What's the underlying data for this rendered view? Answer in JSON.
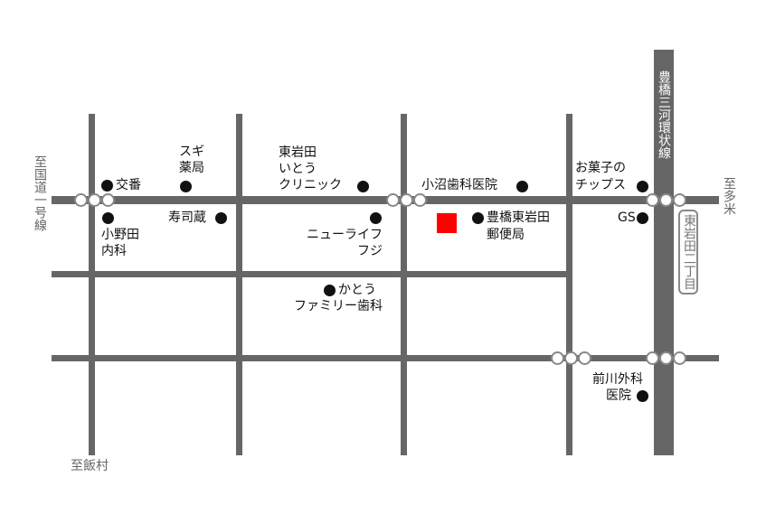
{
  "destinations": {
    "left": "至国道一号線",
    "right": "至多米",
    "bottom": "至飯村"
  },
  "main_road": {
    "name": "豊橋三河環状線"
  },
  "area_badge": "東岩田二丁目",
  "target": {
    "color": "#ff0000"
  },
  "road_color": "#666666",
  "places": {
    "koban": "交番",
    "sugi_line1": "スギ",
    "sugi_line2": "薬局",
    "higashiiwata_line1": "東岩田",
    "higashiiwata_line2": "いとう",
    "higashiiwata_line3": "クリニック",
    "onuma": "小沼歯科医院",
    "okashi_line1": "お菓子の",
    "okashi_line2": "チップス",
    "onoda_line1": "小野田",
    "onoda_line2": "内科",
    "sushi": "寿司蔵",
    "newlife_line1": "ニューライフ",
    "newlife_line2": "フジ",
    "post_line1": "豊橋東岩田",
    "post_line2": "郵便局",
    "gs": "GS",
    "kato_line1": "かとう",
    "kato_line2": "ファミリー歯科",
    "maekawa_line1": "前川外科",
    "maekawa_line2": "医院"
  }
}
